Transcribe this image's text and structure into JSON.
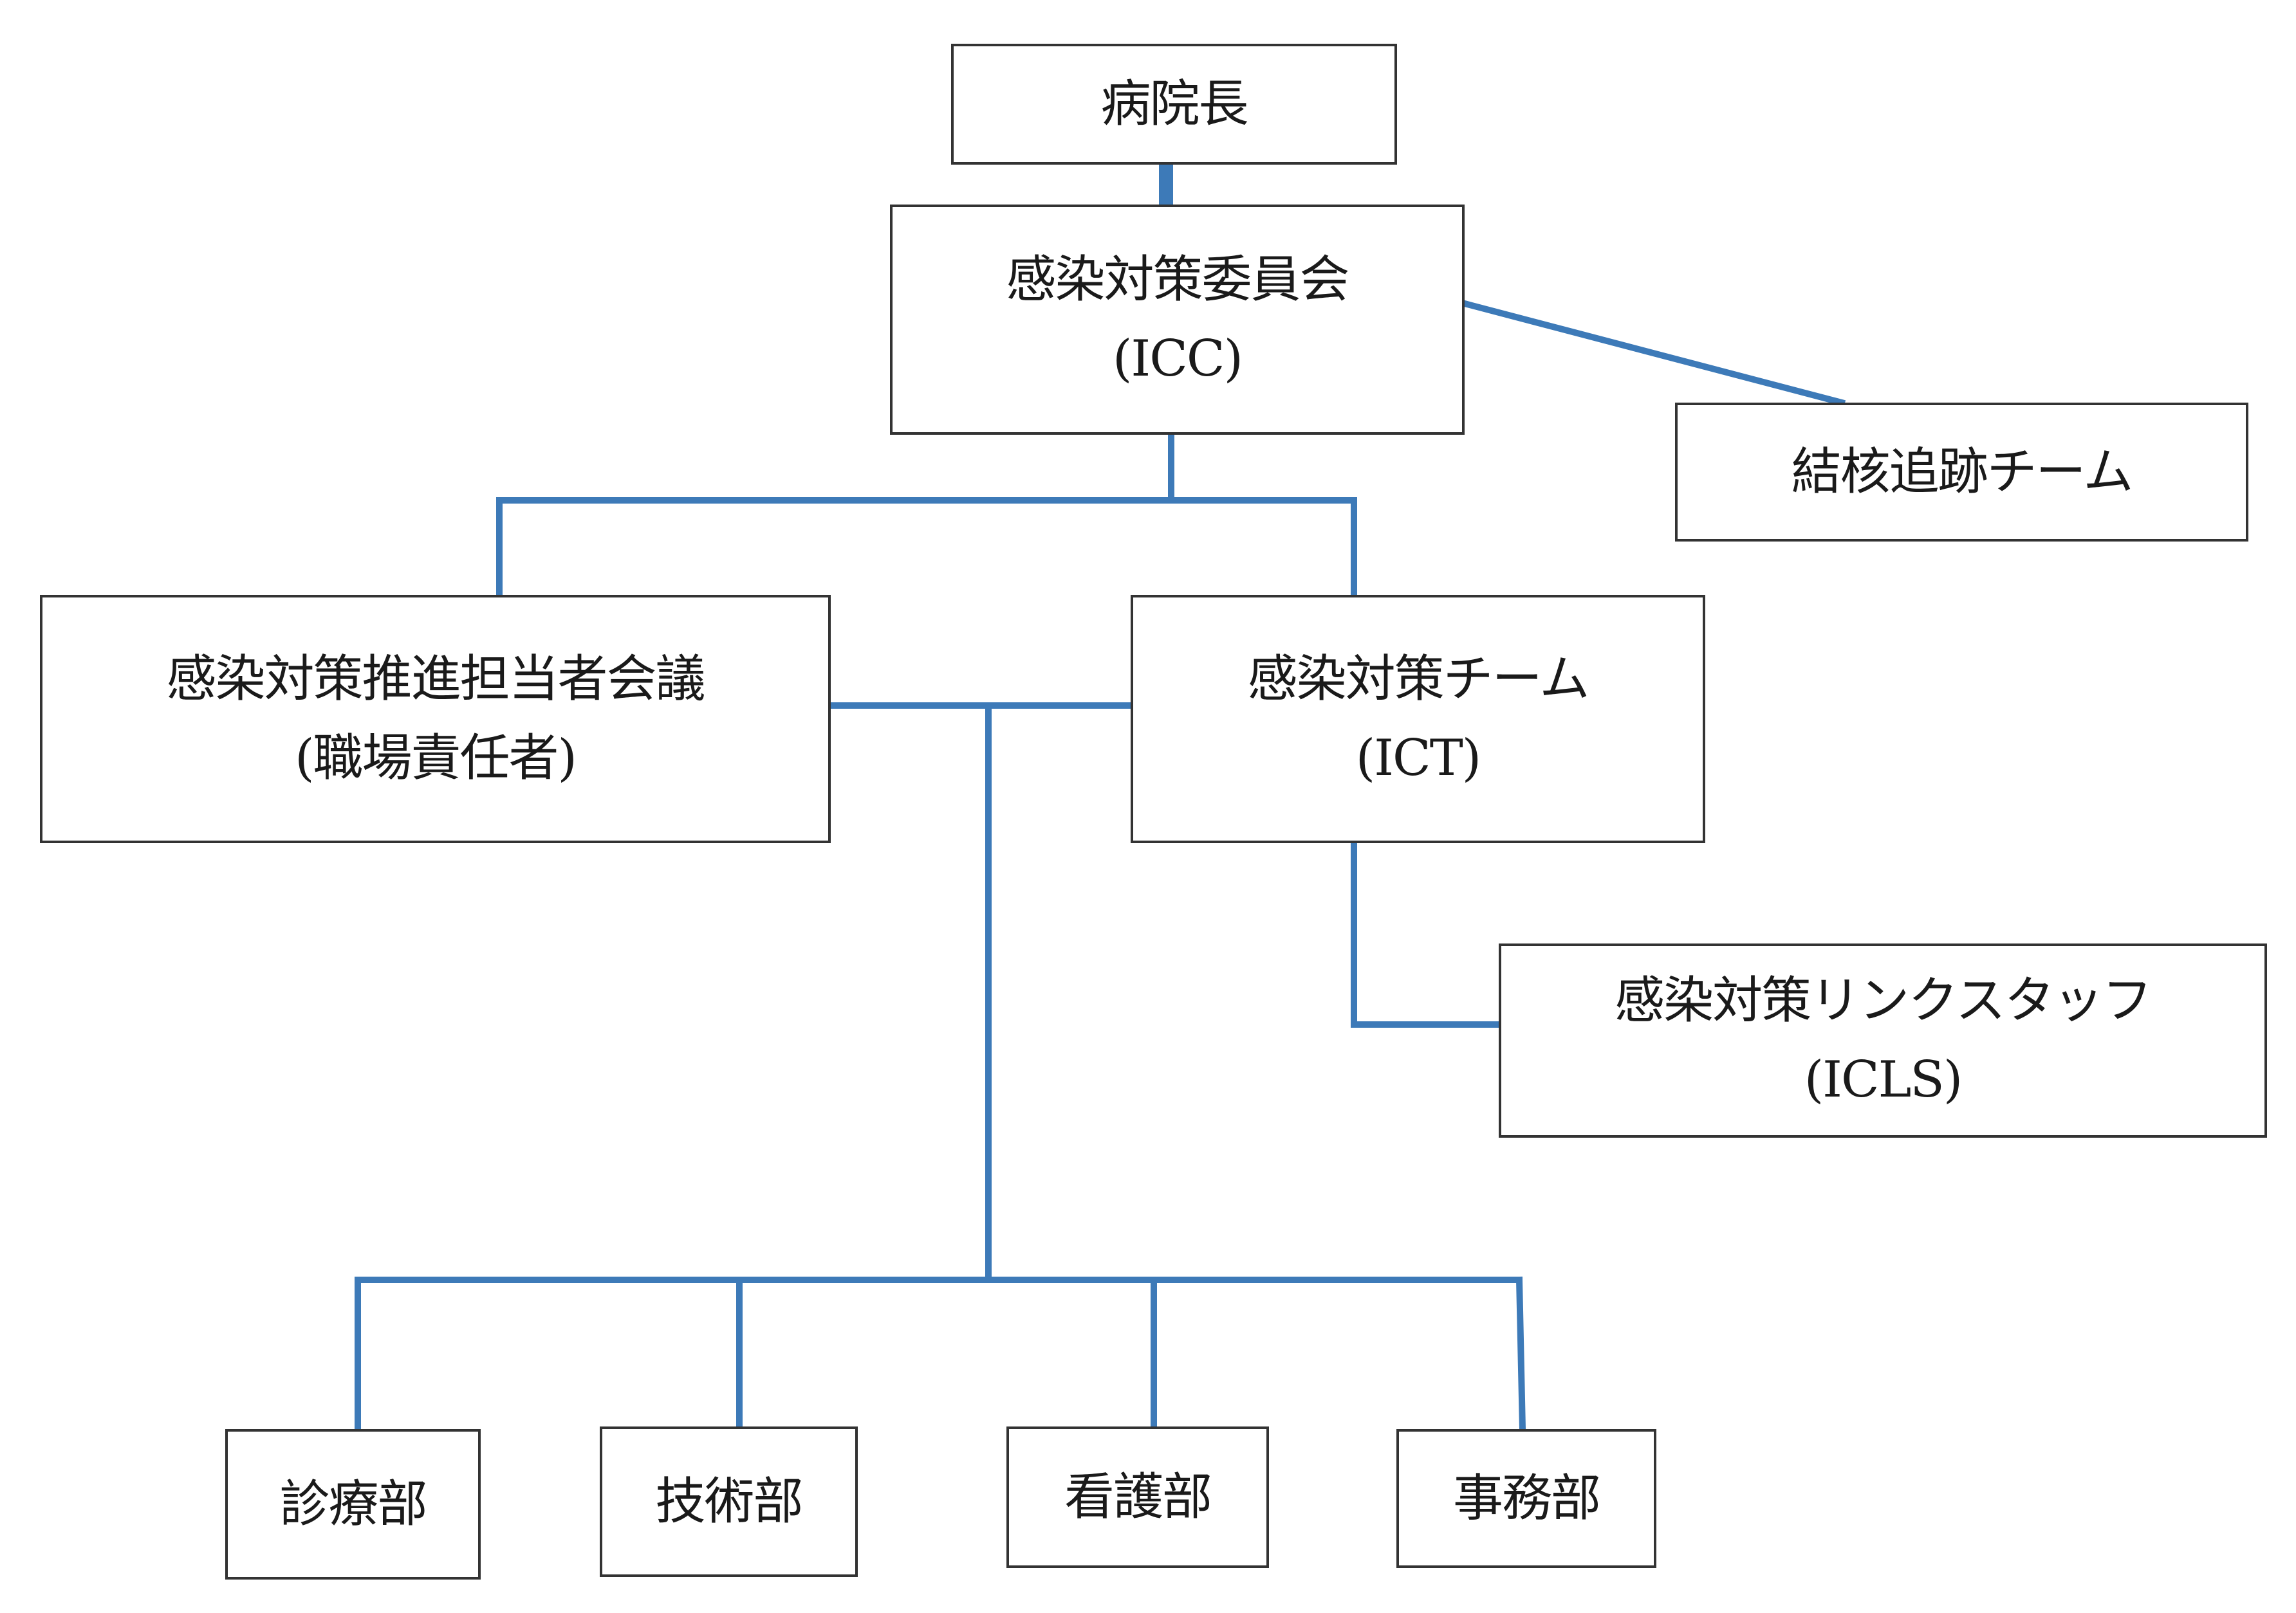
{
  "colors": {
    "connector": "#3d7ab8",
    "box_border": "#333333",
    "text": "#1a1a1a"
  },
  "nodes": {
    "director": {
      "line1": "病院長"
    },
    "icc": {
      "line1": "感染対策委員会",
      "line2": "(ICC)"
    },
    "tb_team": {
      "line1": "結核追跡チーム"
    },
    "promotion_meeting": {
      "line1": "感染対策推進担当者会議",
      "line2": "(職場責任者)"
    },
    "ict": {
      "line1": "感染対策チーム",
      "line2": "(ICT)"
    },
    "icls": {
      "line1": "感染対策リンクスタッフ",
      "line2": "(ICLS)"
    },
    "medical_dept": {
      "line1": "診療部"
    },
    "technical_dept": {
      "line1": "技術部"
    },
    "nursing_dept": {
      "line1": "看護部"
    },
    "admin_dept": {
      "line1": "事務部"
    }
  }
}
